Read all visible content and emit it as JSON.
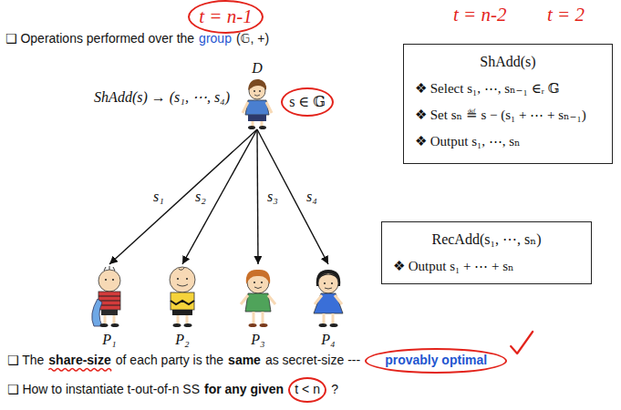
{
  "diagram": {
    "nodes": [
      {
        "text": [
          "t = n-1"
        ]
      },
      {
        "text": [
          "ShAdd(s)",
          "❖ Select s₁, ⋯, sₙ₋₁ ∈ᵣ 𝔾",
          "❖ Set sₙ ≝ s − (s₁ + ⋯ + sₙ₋₁)",
          "❖ Output s₁, ⋯, sₙ"
        ]
      },
      {
        "text": [
          "D"
        ]
      },
      {
        "text": [
          "s ∈ 𝔾"
        ]
      },
      {
        "text": [
          "RecAdd(s₁, ⋯, sₙ)",
          "❖ Output s₁ + ⋯ + sₙ"
        ]
      },
      {
        "text": [
          "P₁"
        ]
      },
      {
        "text": [
          "P₂"
        ]
      },
      {
        "text": [
          "P₃"
        ]
      },
      {
        "text": [
          "P₄"
        ]
      },
      {
        "text": [
          "provably optimal"
        ]
      },
      {
        "text": [
          "t < n"
        ]
      }
    ],
    "edges": [
      {
        "from": 2,
        "to": 5,
        "label": "s₁",
        "arrow": "to"
      },
      {
        "from": 2,
        "to": 6,
        "label": "s₂",
        "arrow": "to"
      },
      {
        "from": 2,
        "to": 7,
        "label": "s₃",
        "arrow": "to"
      },
      {
        "from": 2,
        "to": 8,
        "label": "s₄",
        "arrow": "to"
      }
    ],
    "labels": [
      "t = n-2",
      "t = 2",
      "❑ Operations performed over the",
      "group",
      "(𝔾, +)",
      "ShAdd(s) → (s₁, ⋯, s₄)",
      "❑ The",
      "share-size",
      "of each party is the",
      "same",
      "as secret-size ---",
      "❑ How to instantiate t-out-of-n SS",
      "for any given",
      "?"
    ]
  }
}
